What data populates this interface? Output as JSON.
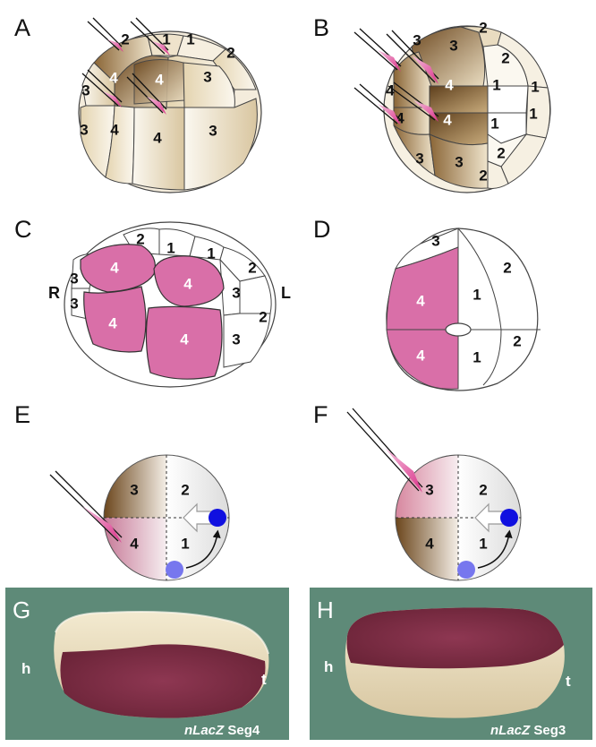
{
  "panels": {
    "A": {
      "letter": "A",
      "labels": [
        "2",
        "1",
        "1",
        "2",
        "4",
        "4",
        "3",
        "3",
        "3",
        "4",
        "4",
        "3"
      ]
    },
    "B": {
      "letter": "B",
      "labels": [
        "3",
        "3",
        "2",
        "2",
        "4",
        "4",
        "1",
        "1",
        "4",
        "4",
        "1",
        "1",
        "3",
        "3",
        "2",
        "2"
      ]
    },
    "C": {
      "letter": "C",
      "labels": [
        "2",
        "1",
        "1",
        "2",
        "3",
        "3",
        "4",
        "4",
        "3",
        "4",
        "4",
        "2",
        "3"
      ],
      "left_side": "R",
      "right_side": "L"
    },
    "D": {
      "letter": "D",
      "labels": [
        "3",
        "2",
        "4",
        "1",
        "4",
        "1",
        "2"
      ]
    },
    "E": {
      "letter": "E",
      "labels": [
        "3",
        "2",
        "4",
        "1"
      ]
    },
    "F": {
      "letter": "F",
      "labels": [
        "3",
        "2",
        "4",
        "1"
      ]
    },
    "G": {
      "letter": "G",
      "head": "h",
      "tail": "t",
      "gene": "nLacZ",
      "segment": "Seg4"
    },
    "H": {
      "letter": "H",
      "head": "h",
      "tail": "t",
      "gene": "nLacZ",
      "segment": "Seg3"
    }
  },
  "colors": {
    "injected_magenta": "#d96fa8",
    "brown_dark": "#7a5428",
    "cream": "#f3ead8",
    "cell_white": "#ffffff",
    "arrow_blue": "#1010e0",
    "light_blue": "#7777ee",
    "photo_bg": "#5e8a78",
    "needle_pink": "#e0479a"
  },
  "icons": [
    "injection-needle-icon",
    "curved-arrow-icon",
    "open-arrow-icon"
  ]
}
